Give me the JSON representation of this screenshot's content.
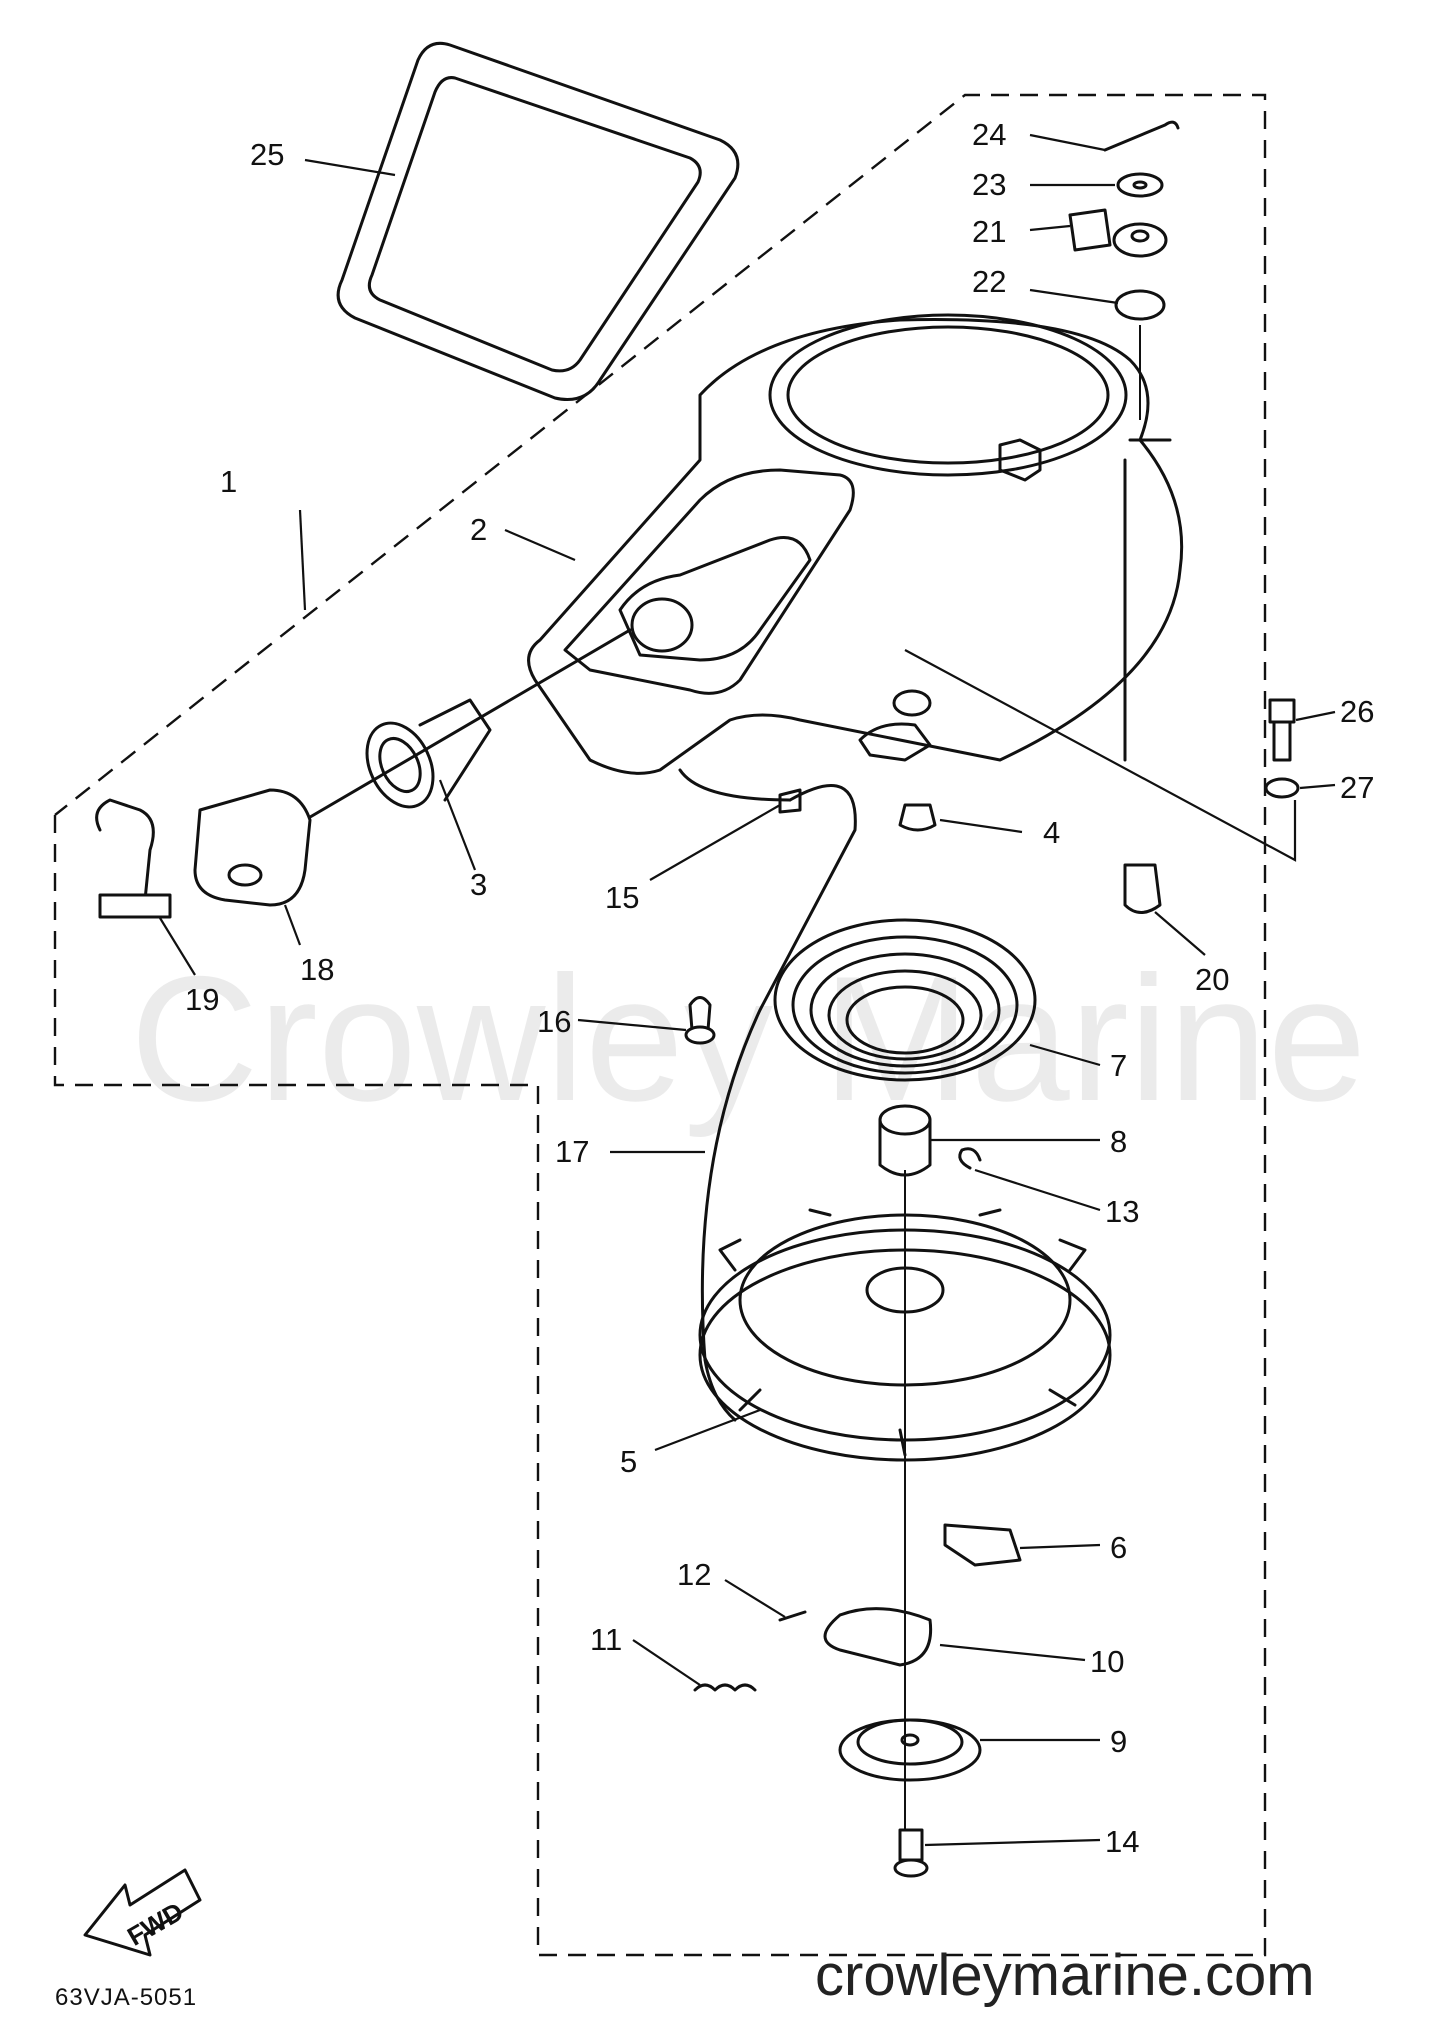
{
  "diagram": {
    "watermark": "Crowley Marine",
    "site": "crowleymarine.com",
    "code": "63VJA-5051",
    "fwd": "FWD",
    "callouts": [
      "1",
      "2",
      "3",
      "4",
      "5",
      "6",
      "7",
      "8",
      "9",
      "10",
      "11",
      "12",
      "13",
      "14",
      "15",
      "16",
      "17",
      "18",
      "19",
      "20",
      "21",
      "22",
      "23",
      "24",
      "25",
      "26",
      "27"
    ]
  }
}
